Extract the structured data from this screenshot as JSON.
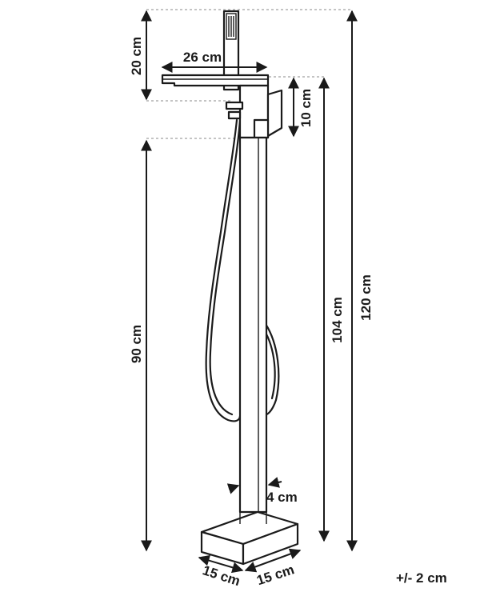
{
  "dimensions": {
    "handshower_height": "20 cm",
    "spout_length": "26 cm",
    "spout_drop": "10 cm",
    "pillar_height": "90 cm",
    "spout_height": "104 cm",
    "total_height": "120 cm",
    "pillar_width": "4 cm",
    "base_depth": "15 cm",
    "base_width": "15 cm",
    "tolerance": "+/- 2 cm"
  },
  "colors": {
    "line": "#1a1a1a",
    "guide": "#8a8a8a"
  }
}
